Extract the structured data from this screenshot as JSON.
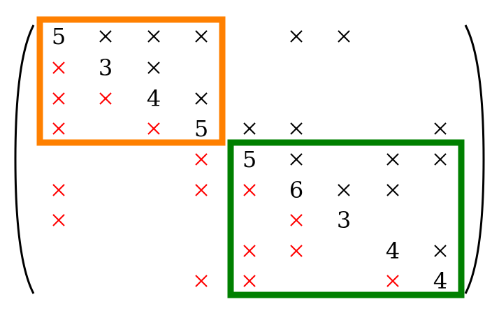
{
  "matrix": {
    "rows": 9,
    "cols": 9,
    "entries": [
      {
        "row": 0,
        "col": 0,
        "kind": "value",
        "text": "5",
        "tone": "original"
      },
      {
        "row": 0,
        "col": 1,
        "kind": "cross",
        "tone": "original"
      },
      {
        "row": 0,
        "col": 2,
        "kind": "cross",
        "tone": "original"
      },
      {
        "row": 0,
        "col": 3,
        "kind": "cross",
        "tone": "original"
      },
      {
        "row": 0,
        "col": 5,
        "kind": "cross",
        "tone": "original"
      },
      {
        "row": 0,
        "col": 6,
        "kind": "cross",
        "tone": "original"
      },
      {
        "row": 1,
        "col": 0,
        "kind": "cross",
        "tone": "mirrored"
      },
      {
        "row": 1,
        "col": 1,
        "kind": "value",
        "text": "3",
        "tone": "original"
      },
      {
        "row": 1,
        "col": 2,
        "kind": "cross",
        "tone": "original"
      },
      {
        "row": 2,
        "col": 0,
        "kind": "cross",
        "tone": "mirrored"
      },
      {
        "row": 2,
        "col": 1,
        "kind": "cross",
        "tone": "mirrored"
      },
      {
        "row": 2,
        "col": 2,
        "kind": "value",
        "text": "4",
        "tone": "original"
      },
      {
        "row": 2,
        "col": 3,
        "kind": "cross",
        "tone": "original"
      },
      {
        "row": 3,
        "col": 0,
        "kind": "cross",
        "tone": "mirrored"
      },
      {
        "row": 3,
        "col": 2,
        "kind": "cross",
        "tone": "mirrored"
      },
      {
        "row": 3,
        "col": 3,
        "kind": "value",
        "text": "5",
        "tone": "original"
      },
      {
        "row": 3,
        "col": 4,
        "kind": "cross",
        "tone": "original"
      },
      {
        "row": 3,
        "col": 5,
        "kind": "cross",
        "tone": "original"
      },
      {
        "row": 3,
        "col": 8,
        "kind": "cross",
        "tone": "original"
      },
      {
        "row": 4,
        "col": 3,
        "kind": "cross",
        "tone": "mirrored"
      },
      {
        "row": 4,
        "col": 4,
        "kind": "value",
        "text": "5",
        "tone": "original"
      },
      {
        "row": 4,
        "col": 5,
        "kind": "cross",
        "tone": "original"
      },
      {
        "row": 4,
        "col": 7,
        "kind": "cross",
        "tone": "original"
      },
      {
        "row": 4,
        "col": 8,
        "kind": "cross",
        "tone": "original"
      },
      {
        "row": 5,
        "col": 0,
        "kind": "cross",
        "tone": "mirrored"
      },
      {
        "row": 5,
        "col": 3,
        "kind": "cross",
        "tone": "mirrored"
      },
      {
        "row": 5,
        "col": 4,
        "kind": "cross",
        "tone": "mirrored"
      },
      {
        "row": 5,
        "col": 5,
        "kind": "value",
        "text": "6",
        "tone": "original"
      },
      {
        "row": 5,
        "col": 6,
        "kind": "cross",
        "tone": "original"
      },
      {
        "row": 5,
        "col": 7,
        "kind": "cross",
        "tone": "original"
      },
      {
        "row": 6,
        "col": 0,
        "kind": "cross",
        "tone": "mirrored"
      },
      {
        "row": 6,
        "col": 5,
        "kind": "cross",
        "tone": "mirrored"
      },
      {
        "row": 6,
        "col": 6,
        "kind": "value",
        "text": "3",
        "tone": "original"
      },
      {
        "row": 7,
        "col": 4,
        "kind": "cross",
        "tone": "mirrored"
      },
      {
        "row": 7,
        "col": 5,
        "kind": "cross",
        "tone": "mirrored"
      },
      {
        "row": 7,
        "col": 7,
        "kind": "value",
        "text": "4",
        "tone": "original"
      },
      {
        "row": 7,
        "col": 8,
        "kind": "cross",
        "tone": "original"
      },
      {
        "row": 8,
        "col": 3,
        "kind": "cross",
        "tone": "mirrored"
      },
      {
        "row": 8,
        "col": 4,
        "kind": "cross",
        "tone": "mirrored"
      },
      {
        "row": 8,
        "col": 7,
        "kind": "cross",
        "tone": "mirrored"
      },
      {
        "row": 8,
        "col": 8,
        "kind": "value",
        "text": "4",
        "tone": "original"
      }
    ]
  },
  "blocks": [
    {
      "name": "block-top-left",
      "row_start": 0,
      "row_end": 3,
      "col_start": 0,
      "col_end": 3,
      "color": "#ff8000"
    },
    {
      "name": "block-bottom-right",
      "row_start": 4,
      "row_end": 8,
      "col_start": 4,
      "col_end": 8,
      "color": "#008000"
    }
  ],
  "colors": {
    "original": "#000000",
    "mirrored": "#ff0000",
    "bracket": "#000000"
  },
  "icons": {
    "cross": "times-mark",
    "bracket_left": "left-parenthesis",
    "bracket_right": "right-parenthesis"
  }
}
